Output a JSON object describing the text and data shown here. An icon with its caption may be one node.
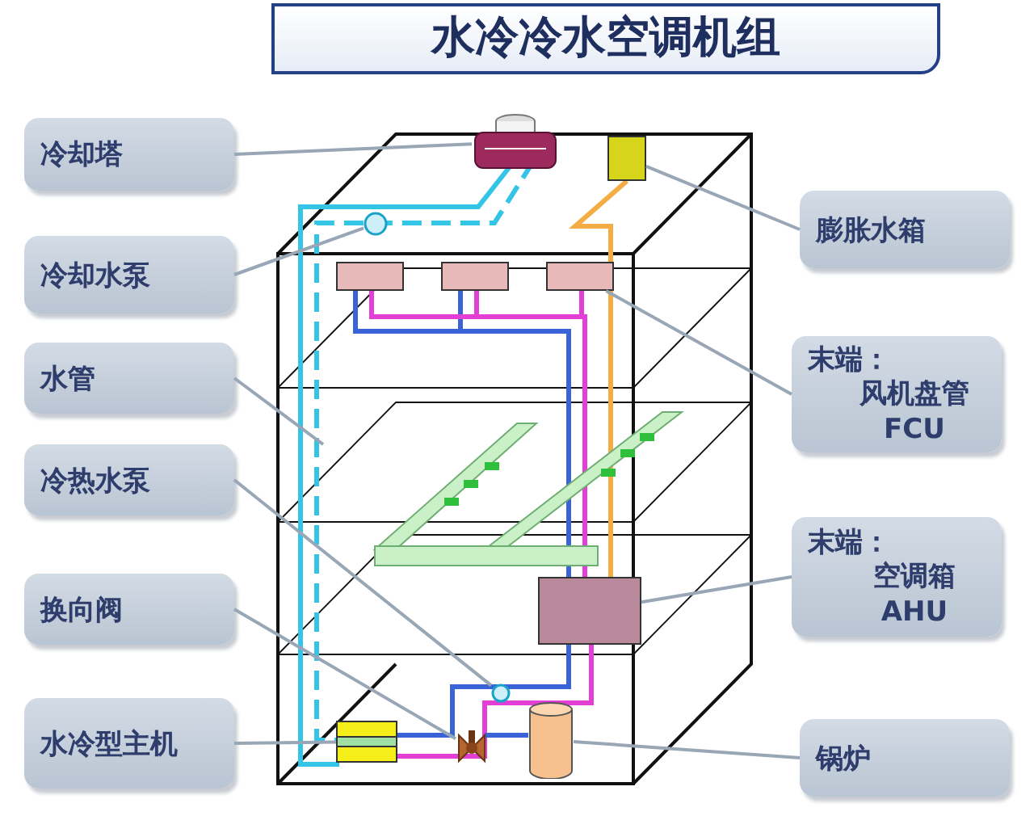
{
  "diagram": {
    "title": "水冷冷水空调机组",
    "nodes": [
      {
        "text": [
          "冷却塔"
        ]
      },
      {
        "text": [
          "冷却水泵"
        ]
      },
      {
        "text": [
          "水管"
        ]
      },
      {
        "text": [
          "冷热水泵"
        ]
      },
      {
        "text": [
          "换向阀"
        ]
      },
      {
        "text": [
          "水冷型主机"
        ]
      },
      {
        "text": [
          "膨胀水箱"
        ]
      },
      {
        "text": [
          "末端：",
          "风机盘管 FCU"
        ]
      },
      {
        "text": [
          "末端：",
          "空调箱 AHU"
        ]
      },
      {
        "text": [
          "锅炉"
        ]
      },
      {
        "text": [],
        "shape": "picture"
      },
      {
        "text": [],
        "shape": "circle"
      },
      {
        "text": [],
        "shape": "circle"
      },
      {
        "text": [],
        "shape": "picture"
      },
      {
        "text": [],
        "shape": "box"
      },
      {
        "text": [],
        "shape": "box"
      },
      {
        "text": [],
        "shape": "box"
      },
      {
        "text": [],
        "shape": "box"
      },
      {
        "text": [],
        "shape": "box"
      },
      {
        "text": [],
        "shape": "box"
      },
      {
        "text": [],
        "shape": "cylinder"
      }
    ],
    "edges": [
      {
        "from": 0,
        "to": 10,
        "arrow": "none"
      },
      {
        "from": 1,
        "to": 11,
        "arrow": "none"
      },
      {
        "from": 2,
        "to": null,
        "arrow": "none"
      },
      {
        "from": 3,
        "to": 12,
        "arrow": "none"
      },
      {
        "from": 4,
        "to": 13,
        "arrow": "none"
      },
      {
        "from": 5,
        "to": 14,
        "arrow": "none"
      },
      {
        "from": 6,
        "to": 15,
        "arrow": "none"
      },
      {
        "from": 7,
        "to": 18,
        "arrow": "none"
      },
      {
        "from": 8,
        "to": 19,
        "arrow": "none"
      },
      {
        "from": 9,
        "to": 20,
        "arrow": "none"
      }
    ]
  }
}
